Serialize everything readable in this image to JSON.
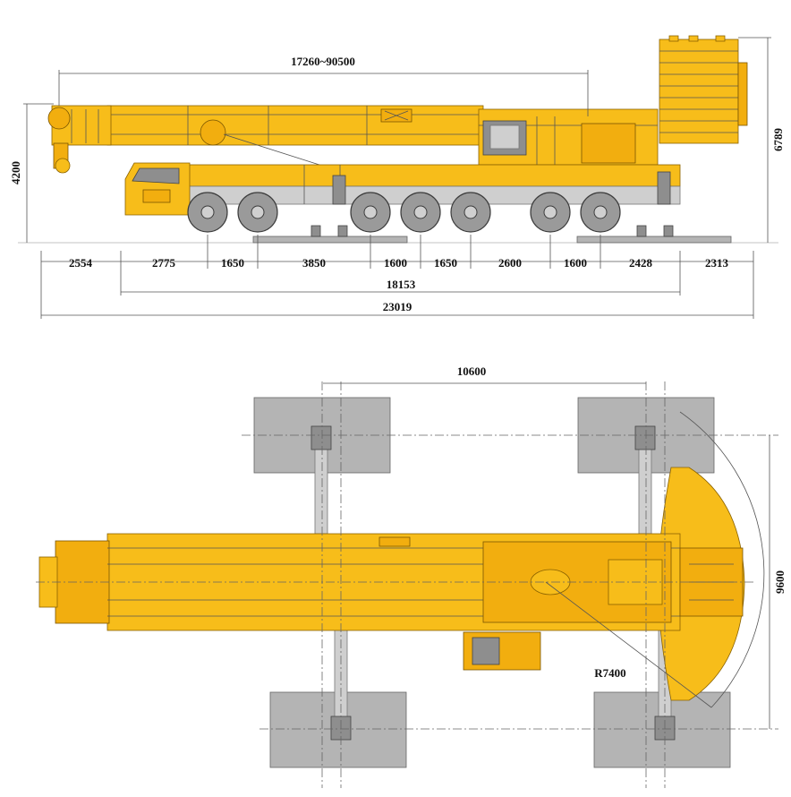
{
  "side_view": {
    "boom_length": "17260~90500",
    "height_overall": "6789",
    "height_travel": "4200",
    "segments": [
      "2554",
      "2775",
      "1650",
      "3850",
      "1600",
      "1650",
      "2600",
      "1600",
      "2428",
      "2313"
    ],
    "carrier_length": "18153",
    "overall_length": "23019"
  },
  "top_view": {
    "outrigger_longitudinal": "10600",
    "outrigger_transverse": "9600",
    "tail_swing_radius": "R7400"
  },
  "colors": {
    "crane_yellow": "#f7bd1a",
    "outrigger_pad_gray": "#b4b4b4",
    "wheel_gray": "#9a9a9a"
  }
}
